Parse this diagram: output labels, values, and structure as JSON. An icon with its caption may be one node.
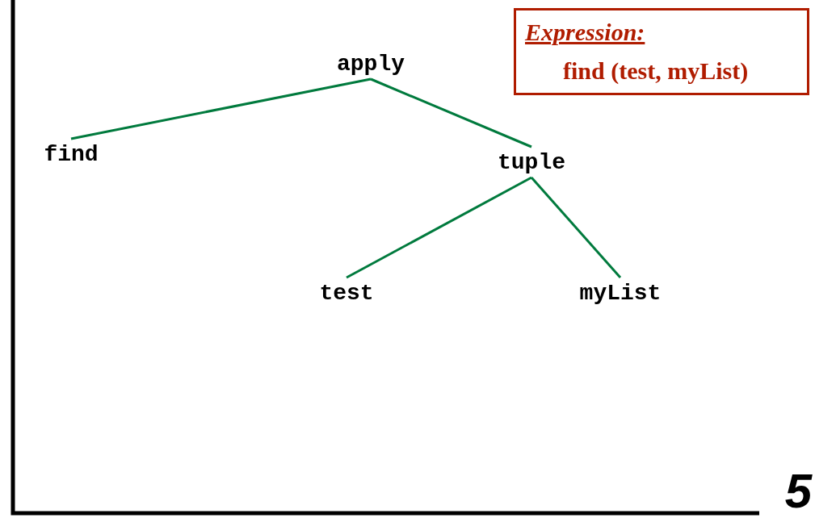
{
  "diagram": {
    "nodes": [
      {
        "text": [
          "apply"
        ]
      },
      {
        "text": [
          "find"
        ]
      },
      {
        "text": [
          "tuple"
        ]
      },
      {
        "text": [
          "test"
        ]
      },
      {
        "text": [
          "myList"
        ]
      },
      {
        "text": [
          "Expression:",
          "find (test, myList)"
        ]
      }
    ],
    "edges": [
      {
        "from": 0,
        "to": 1,
        "arrow": "none"
      },
      {
        "from": 0,
        "to": 2,
        "arrow": "none"
      },
      {
        "from": 2,
        "to": 3,
        "arrow": "none"
      },
      {
        "from": 2,
        "to": 4,
        "arrow": "none"
      }
    ],
    "labels": [
      "5"
    ]
  }
}
